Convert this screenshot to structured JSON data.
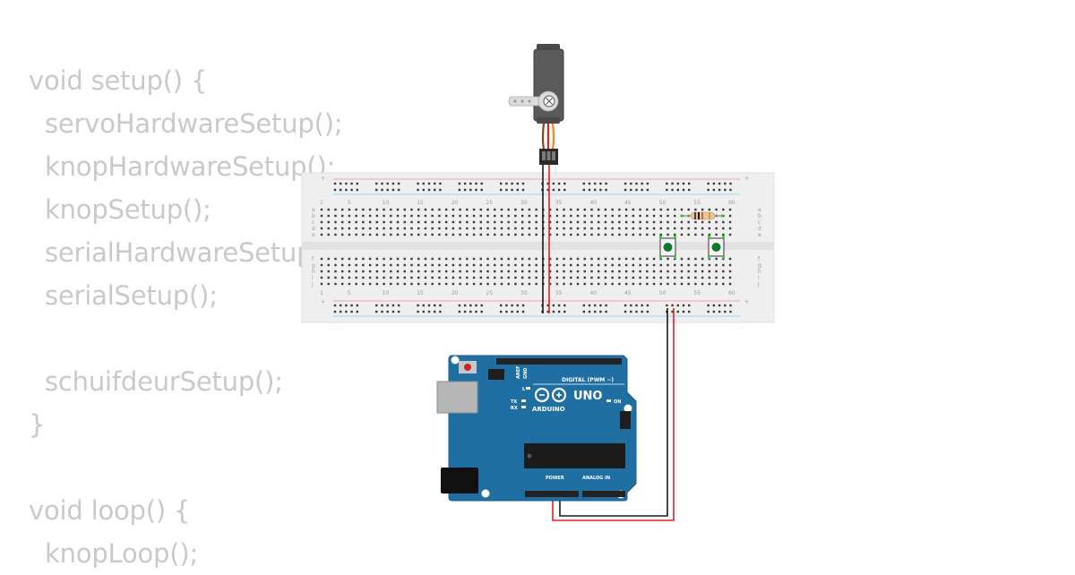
{
  "code": {
    "lines": [
      {
        "indent": false,
        "text": "void setup() {"
      },
      {
        "indent": true,
        "text": "servoHardwareSetup();"
      },
      {
        "indent": true,
        "text": "knopHardwareSetup();"
      },
      {
        "indent": true,
        "text": "knopSetup();"
      },
      {
        "indent": true,
        "text": "serialHardwareSetup();"
      },
      {
        "indent": true,
        "text": "serialSetup();"
      },
      {
        "indent": false,
        "text": ""
      },
      {
        "indent": true,
        "text": "schuifdeurSetup();"
      },
      {
        "indent": false,
        "text": "}"
      },
      {
        "indent": false,
        "text": ""
      },
      {
        "indent": false,
        "text": "void loop() {"
      },
      {
        "indent": true,
        "text": "knopLoop();"
      }
    ]
  },
  "breadboard": {
    "column_numbers": [
      "1",
      "5",
      "10",
      "15",
      "20",
      "25",
      "30",
      "35",
      "40",
      "45",
      "50",
      "55",
      "60"
    ],
    "row_letters_top": [
      "a",
      "b",
      "c",
      "d",
      "e"
    ],
    "row_letters_bottom": [
      "f",
      "g",
      "h",
      "i",
      "j"
    ],
    "rail_plus": "+",
    "rail_minus": "−"
  },
  "arduino": {
    "logo_text": "ARDUINO",
    "model": "UNO",
    "digital_label": "DIGITAL (PWM ~)",
    "power_label": "POWER",
    "analog_label": "ANALOG IN",
    "on_label": "ON",
    "l_label": "L",
    "tx_label": "TX",
    "rx_label": "RX",
    "aref_label": "AREF",
    "gnd_label": "GND"
  },
  "colors": {
    "code_text": "#c9c9c9",
    "board_blue": "#1f6fa3",
    "wire_red": "#e0231b",
    "wire_black": "#1a1a1a",
    "button_green": "#0f7a2a",
    "servo_body": "#5a5a5a"
  }
}
